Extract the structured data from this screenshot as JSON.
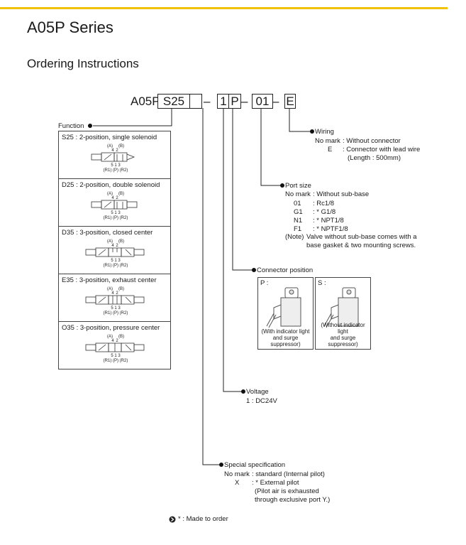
{
  "header": {
    "series": "A05P Series",
    "section": "Ordering Instructions"
  },
  "model_code": {
    "base": "A05P",
    "function": "S25",
    "blank": "",
    "dash": "–",
    "voltage": "1",
    "connector": "P",
    "port": "01",
    "wiring": "E"
  },
  "function": {
    "title": "Function",
    "items": [
      {
        "label": "S25 : 2-position, single solenoid"
      },
      {
        "label": "D25 : 2-position, double solenoid"
      },
      {
        "label": "D35 : 3-position, closed center"
      },
      {
        "label": "E35 : 3-position, exhaust center"
      },
      {
        "label": "O35 : 3-position, pressure center"
      }
    ],
    "symbol": {
      "top": "(A)",
      "top2": "(B)",
      "nums_top": "4",
      "nums_top2": "2",
      "nums_bot": "5 1 3",
      "ports_bot": "(R1) (P) (R2)"
    }
  },
  "wiring": {
    "title": "Wiring",
    "l1_key": "No mark",
    "l1_val": ": Without connector",
    "l2_key": "E",
    "l2_val": ": Connector with lead wire",
    "l3": "(Length : 500mm)"
  },
  "port_size": {
    "title": "Port size",
    "nomark_key": "No mark",
    "nomark_val": ": Without sub-base",
    "rows": [
      {
        "code": "01",
        "val": ": Rc1/8"
      },
      {
        "code": "G1",
        "val": ": * G1/8"
      },
      {
        "code": "N1",
        "val": ": * NPT1/8"
      },
      {
        "code": "F1",
        "val": ": * NPTF1/8"
      }
    ],
    "note_key": "(Note)",
    "note1": "Valve without sub-base comes with a",
    "note2": "base gasket & two mounting screws."
  },
  "connector": {
    "title": "Connector position",
    "p_tag": "P :",
    "s_tag": "S :",
    "p_cap1": "(With indicator light",
    "p_cap2": "and surge suppressor)",
    "s_cap1": "(Without indicator light",
    "s_cap2": "and surge suppressor)"
  },
  "voltage": {
    "title": "Voltage",
    "v1": "1 : DC24V"
  },
  "special": {
    "title": "Special specification",
    "l1_key": "No mark",
    "l1_val": ": standard (Internal pilot)",
    "l2_key": "X",
    "l2_val": ": * External pilot",
    "l3": "(Pilot air is exhausted",
    "l4": "through exclusive port Y.)"
  },
  "footer": {
    "made_to_order": "* : Made to order"
  }
}
